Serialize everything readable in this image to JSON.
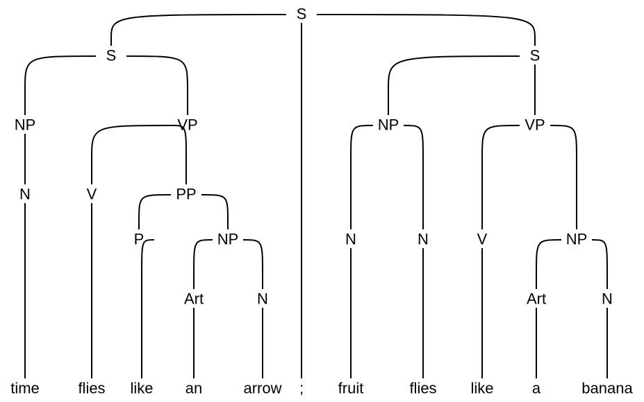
{
  "diagram": {
    "type": "parse-tree",
    "root": {
      "label": "S",
      "children": [
        {
          "label": "S",
          "children": [
            {
              "label": "NP",
              "children": [
                {
                  "label": "N",
                  "children": [
                    {
                      "label": "time"
                    }
                  ]
                }
              ]
            },
            {
              "label": "VP",
              "children": [
                {
                  "label": "V",
                  "children": [
                    {
                      "label": "flies"
                    }
                  ]
                },
                {
                  "label": "PP",
                  "children": [
                    {
                      "label": "P",
                      "children": [
                        {
                          "label": "like"
                        }
                      ]
                    },
                    {
                      "label": "NP",
                      "children": [
                        {
                          "label": "Art",
                          "children": [
                            {
                              "label": "an"
                            }
                          ]
                        },
                        {
                          "label": "N",
                          "children": [
                            {
                              "label": "arrow"
                            }
                          ]
                        }
                      ]
                    }
                  ]
                }
              ]
            }
          ]
        },
        {
          "label": ";"
        },
        {
          "label": "S",
          "children": [
            {
              "label": "NP",
              "children": [
                {
                  "label": "N",
                  "children": [
                    {
                      "label": "fruit"
                    }
                  ]
                },
                {
                  "label": "N",
                  "children": [
                    {
                      "label": "flies"
                    }
                  ]
                }
              ]
            },
            {
              "label": "VP",
              "children": [
                {
                  "label": "V",
                  "children": [
                    {
                      "label": "like"
                    }
                  ]
                },
                {
                  "label": "NP",
                  "children": [
                    {
                      "label": "Art",
                      "children": [
                        {
                          "label": "a"
                        }
                      ]
                    },
                    {
                      "label": "N",
                      "children": [
                        {
                          "label": "banana"
                        }
                      ]
                    }
                  ]
                }
              ]
            }
          ]
        }
      ]
    }
  }
}
